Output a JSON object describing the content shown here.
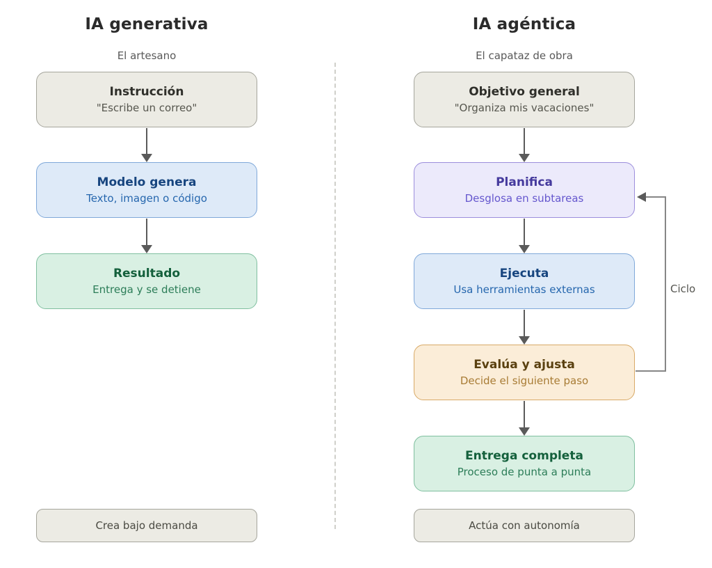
{
  "diagram": {
    "columns": [
      {
        "title": "IA generativa",
        "subtitle": "El artesano",
        "boxes": [
          {
            "title": "Instrucción",
            "subtitle": "\"Escribe un correo\"",
            "style": "gray"
          },
          {
            "title": "Modelo genera",
            "subtitle": "Texto, imagen o código",
            "style": "blue"
          },
          {
            "title": "Resultado",
            "subtitle": "Entrega y se detiene",
            "style": "green"
          }
        ],
        "footer": "Crea bajo demanda"
      },
      {
        "title": "IA agéntica",
        "subtitle": "El capataz de obra",
        "boxes": [
          {
            "title": "Objetivo general",
            "subtitle": "\"Organiza mis vacaciones\"",
            "style": "gray"
          },
          {
            "title": "Planifica",
            "subtitle": "Desglosa en subtareas",
            "style": "purple"
          },
          {
            "title": "Ejecuta",
            "subtitle": "Usa herramientas externas",
            "style": "blue"
          },
          {
            "title": "Evalúa y ajusta",
            "subtitle": "Decide el siguiente paso",
            "style": "orange"
          },
          {
            "title": "Entrega completa",
            "subtitle": "Proceso de punta a punta",
            "style": "green"
          }
        ],
        "footer": "Actúa con autonomía"
      }
    ],
    "loop": {
      "label": "Ciclo"
    },
    "palette": {
      "gray_bg": "#ECEBE4",
      "gray_border": "#A5A59C",
      "blue_bg": "#DEEAF8",
      "blue_border": "#7FA8D9",
      "blue_title": "#17457F",
      "blue_subtitle": "#2667AE",
      "green_bg": "#D9F0E3",
      "green_border": "#7FBF9F",
      "green_title": "#14603C",
      "green_subtitle": "#2C7D58",
      "purple_bg": "#ECEAFB",
      "purple_border": "#9C8EDC",
      "purple_title": "#453A9D",
      "purple_subtitle": "#6557CE",
      "orange_bg": "#FBEDD8",
      "orange_border": "#D8A966",
      "orange_title": "#5A400F",
      "orange_subtitle": "#A87C35",
      "arrow": "#5a5a5a",
      "loop_line": "#868686",
      "divider": "#CFCFCA"
    }
  }
}
